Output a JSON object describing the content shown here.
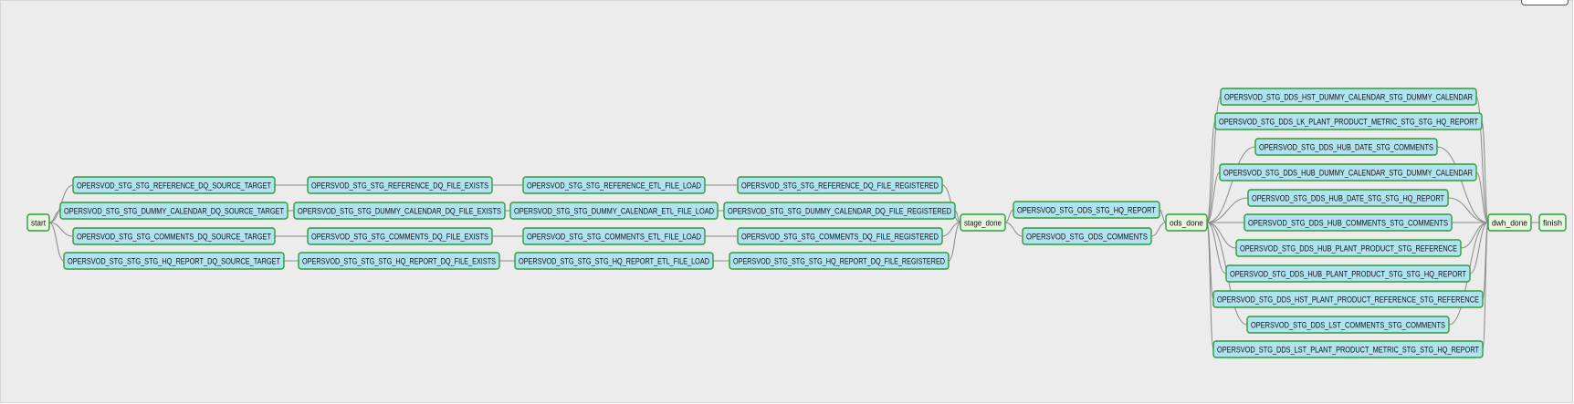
{
  "graph": {
    "nodes": [
      {
        "id": "start",
        "label": "start",
        "kind": "dummy"
      },
      {
        "id": "ref_src",
        "label": "OPERSVOD_STG_STG_REFERENCE_DQ_SOURCE_TARGET",
        "kind": "task"
      },
      {
        "id": "cal_src",
        "label": "OPERSVOD_STG_STG_DUMMY_CALENDAR_DQ_SOURCE_TARGET",
        "kind": "task"
      },
      {
        "id": "com_src",
        "label": "OPERSVOD_STG_STG_COMMENTS_DQ_SOURCE_TARGET",
        "kind": "task"
      },
      {
        "id": "hq_src",
        "label": "OPERSVOD_STG_STG_STG_HQ_REPORT_DQ_SOURCE_TARGET",
        "kind": "task"
      },
      {
        "id": "ref_exists",
        "label": "OPERSVOD_STG_STG_REFERENCE_DQ_FILE_EXISTS",
        "kind": "task"
      },
      {
        "id": "cal_exists",
        "label": "OPERSVOD_STG_STG_DUMMY_CALENDAR_DQ_FILE_EXISTS",
        "kind": "task"
      },
      {
        "id": "com_exists",
        "label": "OPERSVOD_STG_STG_COMMENTS_DQ_FILE_EXISTS",
        "kind": "task"
      },
      {
        "id": "hq_exists",
        "label": "OPERSVOD_STG_STG_STG_HQ_REPORT_DQ_FILE_EXISTS",
        "kind": "task"
      },
      {
        "id": "ref_load",
        "label": "OPERSVOD_STG_STG_REFERENCE_ETL_FILE_LOAD",
        "kind": "task"
      },
      {
        "id": "cal_load",
        "label": "OPERSVOD_STG_STG_DUMMY_CALENDAR_ETL_FILE_LOAD",
        "kind": "task"
      },
      {
        "id": "com_load",
        "label": "OPERSVOD_STG_STG_COMMENTS_ETL_FILE_LOAD",
        "kind": "task"
      },
      {
        "id": "hq_load",
        "label": "OPERSVOD_STG_STG_STG_HQ_REPORT_ETL_FILE_LOAD",
        "kind": "task"
      },
      {
        "id": "ref_reg",
        "label": "OPERSVOD_STG_STG_REFERENCE_DQ_FILE_REGISTERED",
        "kind": "task"
      },
      {
        "id": "cal_reg",
        "label": "OPERSVOD_STG_STG_DUMMY_CALENDAR_DQ_FILE_REGISTERED",
        "kind": "task"
      },
      {
        "id": "com_reg",
        "label": "OPERSVOD_STG_STG_COMMENTS_DQ_FILE_REGISTERED",
        "kind": "task"
      },
      {
        "id": "hq_reg",
        "label": "OPERSVOD_STG_STG_STG_HQ_REPORT_DQ_FILE_REGISTERED",
        "kind": "task"
      },
      {
        "id": "stage_done",
        "label": "stage_done",
        "kind": "dummy"
      },
      {
        "id": "ods_hq",
        "label": "OPERSVOD_STG_ODS_STG_HQ_REPORT",
        "kind": "task"
      },
      {
        "id": "ods_com",
        "label": "OPERSVOD_STG_ODS_COMMENTS",
        "kind": "task"
      },
      {
        "id": "ods_done",
        "label": "ods_done",
        "kind": "dummy"
      },
      {
        "id": "d01",
        "label": "OPERSVOD_STG_DDS_HST_DUMMY_CALENDAR_STG_DUMMY_CALENDAR",
        "kind": "task"
      },
      {
        "id": "d02",
        "label": "OPERSVOD_STG_DDS_LK_PLANT_PRODUCT_METRIC_STG_STG_HQ_REPORT",
        "kind": "task"
      },
      {
        "id": "d03",
        "label": "OPERSVOD_STG_DDS_HUB_DATE_STG_COMMENTS",
        "kind": "task"
      },
      {
        "id": "d04",
        "label": "OPERSVOD_STG_DDS_HUB_DUMMY_CALENDAR_STG_DUMMY_CALENDAR",
        "kind": "task"
      },
      {
        "id": "d05",
        "label": "OPERSVOD_STG_DDS_HUB_DATE_STG_STG_HQ_REPORT",
        "kind": "task"
      },
      {
        "id": "d06",
        "label": "OPERSVOD_STG_DDS_HUB_COMMENTS_STG_COMMENTS",
        "kind": "task"
      },
      {
        "id": "d07",
        "label": "OPERSVOD_STG_DDS_HUB_PLANT_PRODUCT_STG_REFERENCE",
        "kind": "task"
      },
      {
        "id": "d08",
        "label": "OPERSVOD_STG_DDS_HUB_PLANT_PRODUCT_STG_STG_HQ_REPORT",
        "kind": "task"
      },
      {
        "id": "d09",
        "label": "OPERSVOD_STG_DDS_HST_PLANT_PRODUCT_REFERENCE_STG_REFERENCE",
        "kind": "task"
      },
      {
        "id": "d10",
        "label": "OPERSVOD_STG_DDS_LST_COMMENTS_STG_COMMENTS",
        "kind": "task"
      },
      {
        "id": "d11",
        "label": "OPERSVOD_STG_DDS_LST_PLANT_PRODUCT_METRIC_STG_STG_HQ_REPORT",
        "kind": "task"
      },
      {
        "id": "dwh_done",
        "label": "dwh_done",
        "kind": "dummy"
      },
      {
        "id": "finish",
        "label": "finish",
        "kind": "dummy"
      }
    ],
    "edges": [
      [
        "start",
        "ref_src"
      ],
      [
        "start",
        "cal_src"
      ],
      [
        "start",
        "com_src"
      ],
      [
        "start",
        "hq_src"
      ],
      [
        "ref_src",
        "ref_exists"
      ],
      [
        "cal_src",
        "cal_exists"
      ],
      [
        "com_src",
        "com_exists"
      ],
      [
        "hq_src",
        "hq_exists"
      ],
      [
        "ref_exists",
        "ref_load"
      ],
      [
        "cal_exists",
        "cal_load"
      ],
      [
        "com_exists",
        "com_load"
      ],
      [
        "hq_exists",
        "hq_load"
      ],
      [
        "ref_load",
        "ref_reg"
      ],
      [
        "cal_load",
        "cal_reg"
      ],
      [
        "com_load",
        "com_reg"
      ],
      [
        "hq_load",
        "hq_reg"
      ],
      [
        "ref_reg",
        "stage_done"
      ],
      [
        "cal_reg",
        "stage_done"
      ],
      [
        "com_reg",
        "stage_done"
      ],
      [
        "hq_reg",
        "stage_done"
      ],
      [
        "stage_done",
        "ods_hq"
      ],
      [
        "stage_done",
        "ods_com"
      ],
      [
        "ods_hq",
        "ods_done"
      ],
      [
        "ods_com",
        "ods_done"
      ],
      [
        "ods_done",
        "d01"
      ],
      [
        "ods_done",
        "d02"
      ],
      [
        "ods_done",
        "d03"
      ],
      [
        "ods_done",
        "d04"
      ],
      [
        "ods_done",
        "d05"
      ],
      [
        "ods_done",
        "d06"
      ],
      [
        "ods_done",
        "d07"
      ],
      [
        "ods_done",
        "d08"
      ],
      [
        "ods_done",
        "d09"
      ],
      [
        "ods_done",
        "d10"
      ],
      [
        "ods_done",
        "d11"
      ],
      [
        "d01",
        "dwh_done"
      ],
      [
        "d02",
        "dwh_done"
      ],
      [
        "d03",
        "dwh_done"
      ],
      [
        "d04",
        "dwh_done"
      ],
      [
        "d05",
        "dwh_done"
      ],
      [
        "d06",
        "dwh_done"
      ],
      [
        "d07",
        "dwh_done"
      ],
      [
        "d08",
        "dwh_done"
      ],
      [
        "d09",
        "dwh_done"
      ],
      [
        "d10",
        "dwh_done"
      ],
      [
        "d11",
        "dwh_done"
      ],
      [
        "dwh_done",
        "finish"
      ]
    ]
  },
  "colors": {
    "task_fill": "#b0e2f0",
    "dummy_fill": "#e8f7df",
    "node_border": "#2e9c3a",
    "edge": "#8a8a8a",
    "background": "#ececec"
  }
}
